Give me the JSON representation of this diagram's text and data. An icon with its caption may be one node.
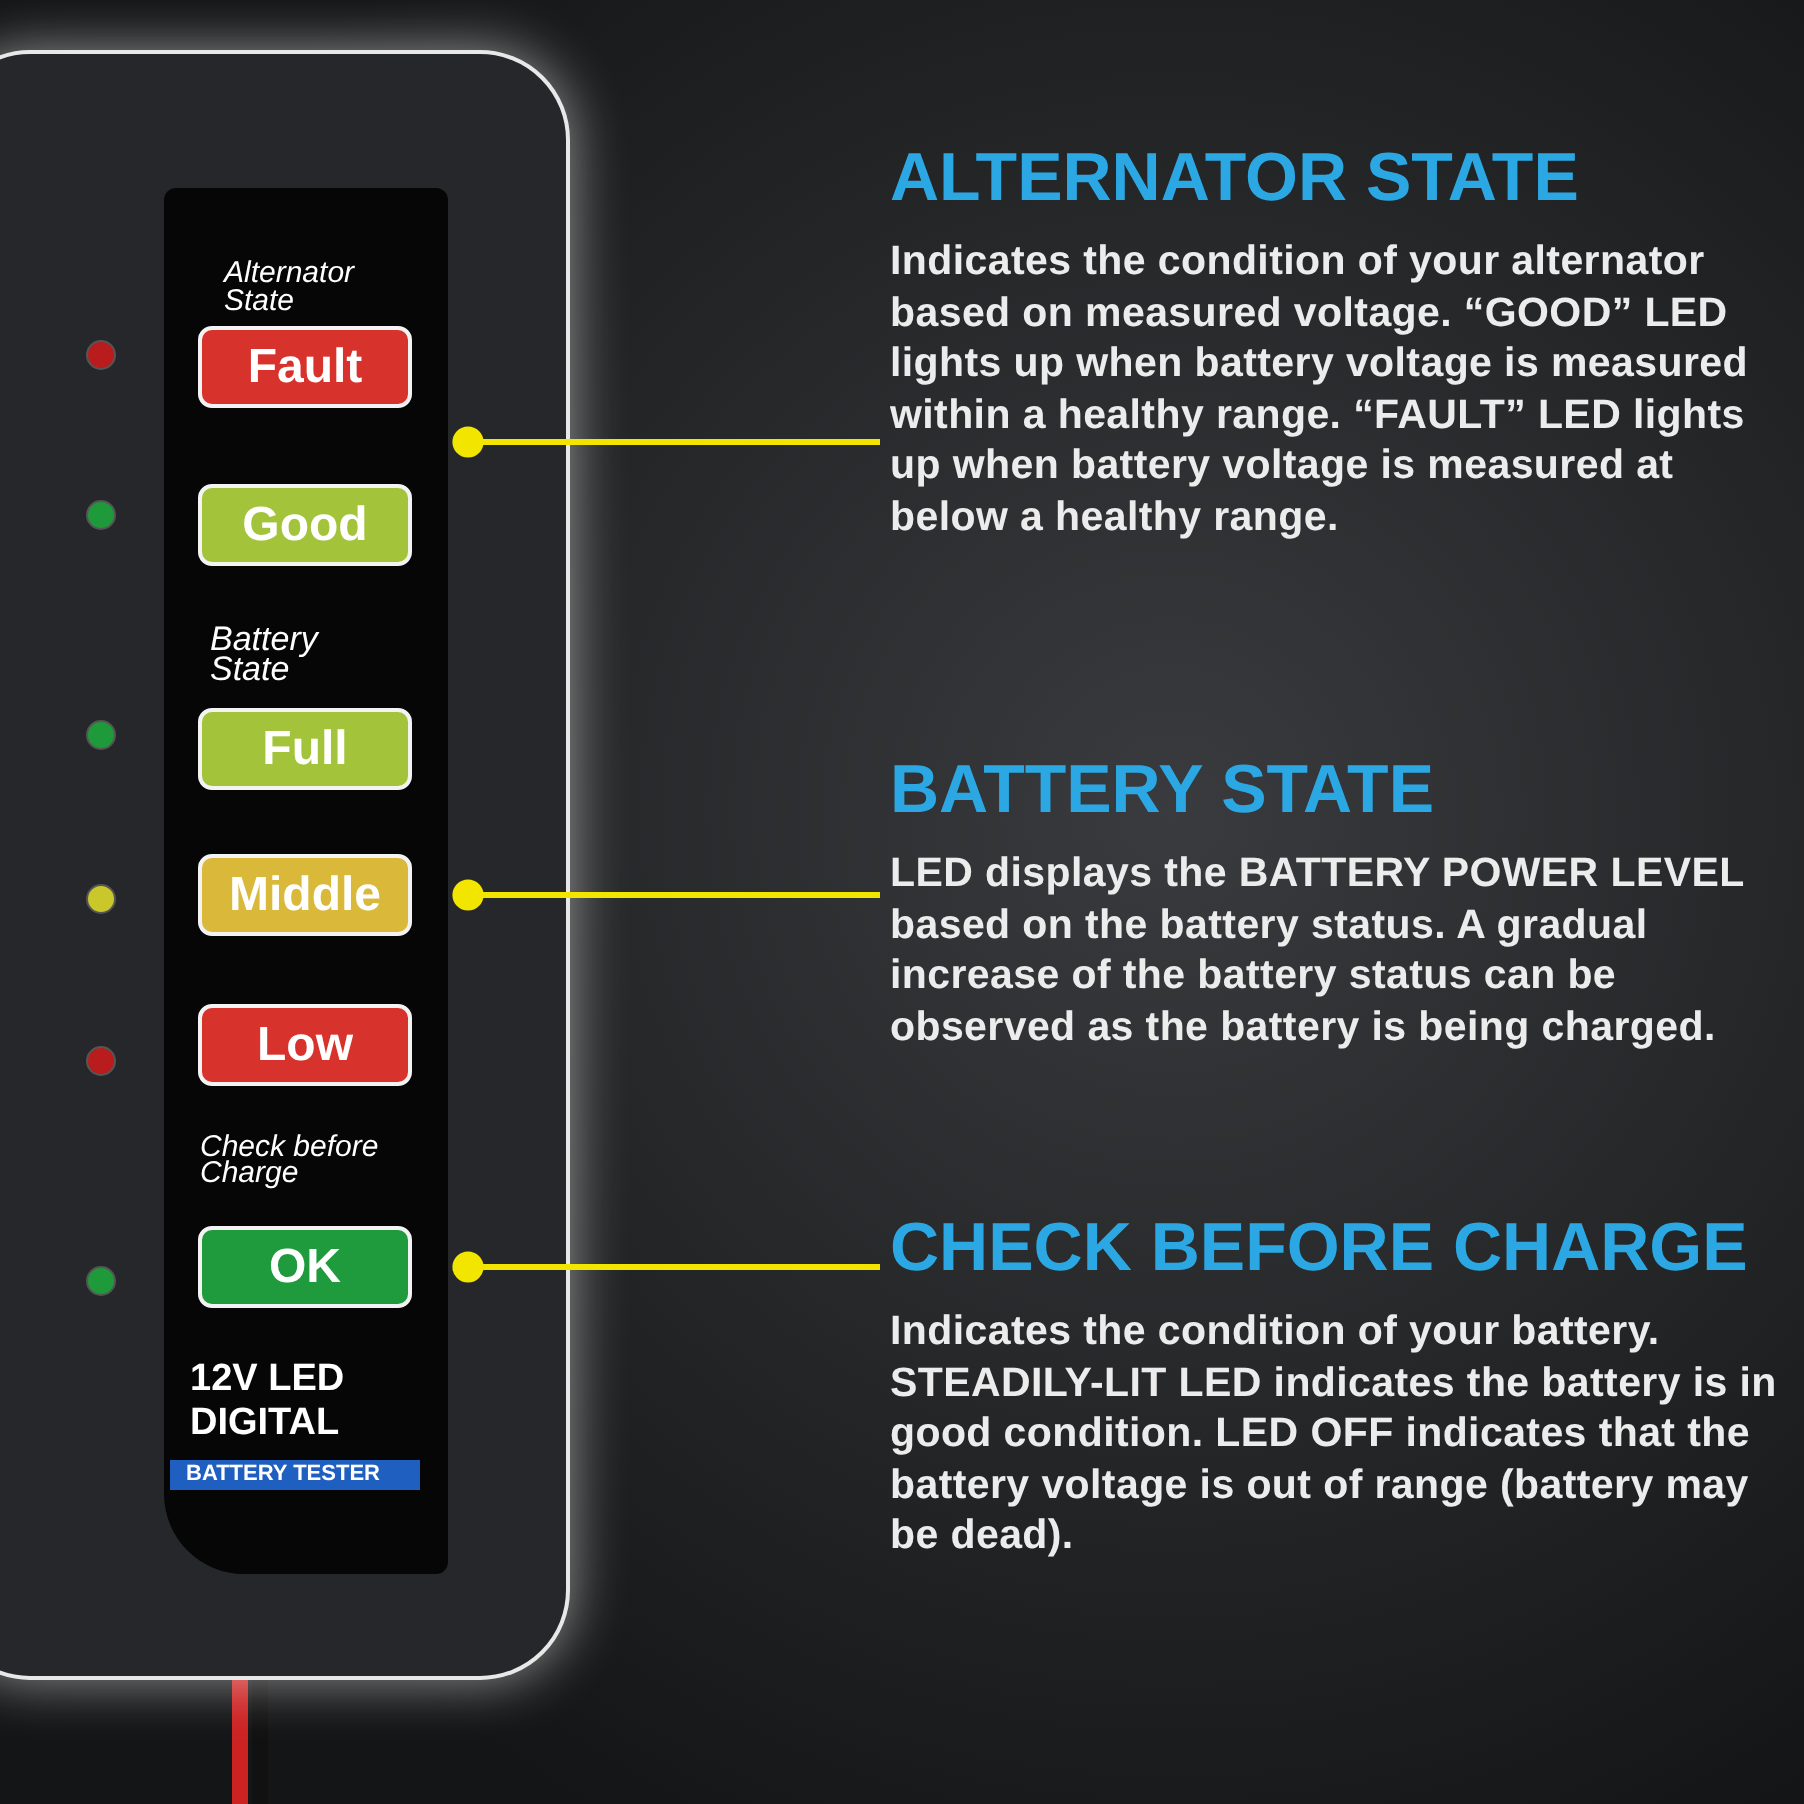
{
  "diagram": {
    "nodes": [
      {
        "text": [],
        "shape": "box"
      },
      {
        "text": [
          "Fault"
        ],
        "in": 0
      },
      {
        "text": [
          "Good"
        ],
        "in": 0
      },
      {
        "text": [
          "Full"
        ],
        "in": 0
      },
      {
        "text": [
          "Middle"
        ],
        "in": 0
      },
      {
        "text": [
          "Low"
        ],
        "in": 0
      },
      {
        "text": [
          "OK"
        ],
        "in": 0
      },
      {
        "text": [
          "ALTERNATOR STATE",
          "Indicates the condition of your alternator based on measured voltage. “GOOD” LED lights up when battery voltage is measured within a healthy range. “FAULT” LED lights up when battery voltage is measured at below a healthy range."
        ]
      },
      {
        "text": [
          "BATTERY STATE",
          "LED displays the BATTERY POWER LEVEL based on the battery status. A gradual increase of the battery status can be observed as the battery is being charged."
        ]
      },
      {
        "text": [
          "CHECK BEFORE CHARGE",
          "Indicates the condition of your battery. STEADILY-LIT LED indicates the battery is in good condition. LED OFF indicates that the battery voltage is out of range (battery may be dead)."
        ]
      }
    ],
    "edges": [
      {
        "from": 7,
        "to": 1,
        "arrow": "other"
      },
      {
        "from": 8,
        "to": 4,
        "arrow": "other"
      },
      {
        "from": 9,
        "to": 6,
        "arrow": "other"
      }
    ],
    "labels": [
      "Alternator State",
      "Battery State",
      "Check before Charge",
      "12V LED DIGITAL",
      "BATTERY TESTER"
    ]
  }
}
